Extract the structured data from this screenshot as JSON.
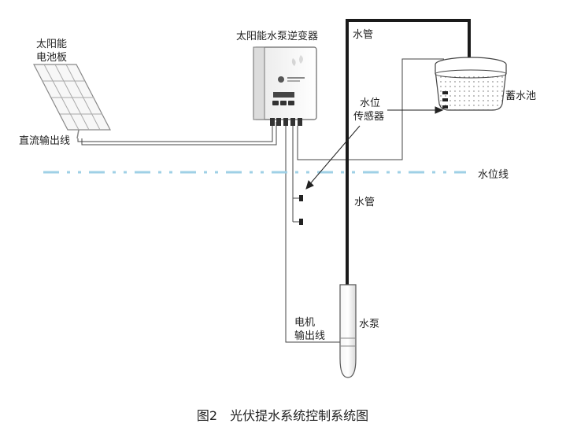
{
  "labels": {
    "solar_panel": [
      "太阳能",
      "电池板"
    ],
    "inverter": "太阳能水泵逆变器",
    "dc_output_line": "直流输出线",
    "water_pipe_top": "水管",
    "reservoir": "蓄水池",
    "level_sensor": [
      "水位",
      "传感器"
    ],
    "water_level_line": "水位线",
    "water_pipe_middle": "水管",
    "motor_output_line": [
      "电机",
      "输出线"
    ],
    "water_pump": "水泵"
  },
  "caption": "图2　光伏提水系统控制系统图",
  "colors": {
    "line": "#333333",
    "pipe": "#1a1a1a",
    "water_level": "#9fd0e6",
    "text": "#222222"
  }
}
